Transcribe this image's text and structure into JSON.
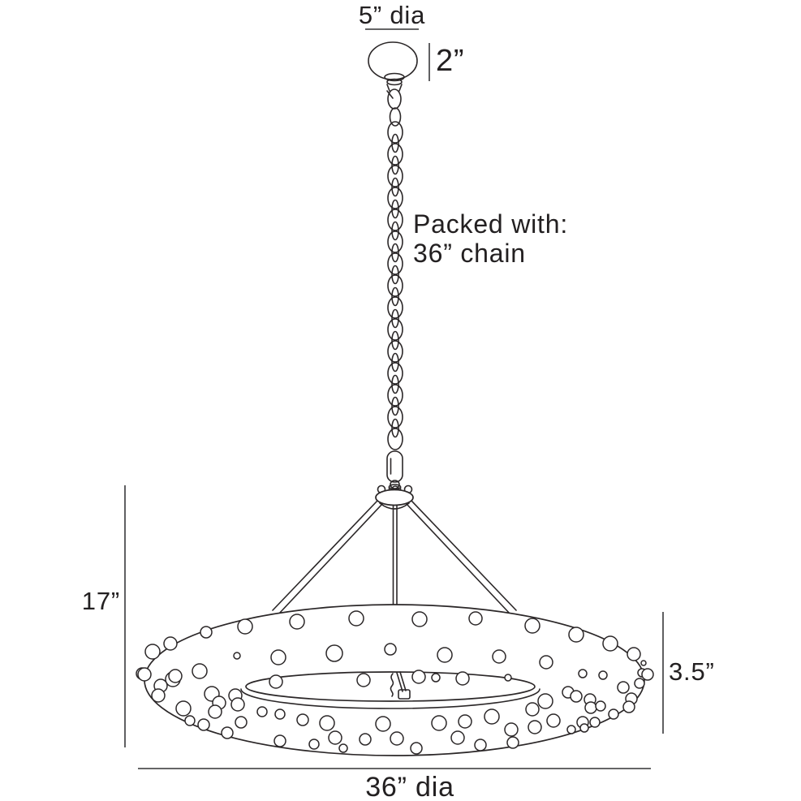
{
  "diagram": {
    "type": "product-dimension-line-drawing",
    "labels": {
      "canopy_diameter": "5” dia",
      "canopy_height": "2”",
      "packed_note_line1": "Packed with:",
      "packed_note_line2": "36” chain",
      "fixture_height": "17”",
      "ring_height": "3.5”",
      "fixture_diameter": "36” dia"
    },
    "colors": {
      "line": "#2b2728",
      "dimension_line": "#4f4f51",
      "text": "#232021",
      "background": "#ffffff"
    },
    "bubbles": [
      [
        210,
        793,
        8
      ],
      [
        254,
        779,
        7
      ],
      [
        302,
        772,
        9
      ],
      [
        366,
        766,
        9
      ],
      [
        439,
        762,
        9
      ],
      [
        517,
        763,
        9
      ],
      [
        586,
        762,
        8
      ],
      [
        656,
        771,
        9
      ],
      [
        710,
        782,
        9
      ],
      [
        752,
        793,
        9
      ],
      [
        781,
        806,
        8
      ],
      [
        343,
        810,
        9
      ],
      [
        412,
        805,
        10
      ],
      [
        481,
        800,
        7
      ],
      [
        548,
        807,
        9
      ],
      [
        615,
        809,
        8
      ],
      [
        673,
        816,
        8
      ],
      [
        292,
        808,
        4
      ],
      [
        246,
        827,
        9
      ],
      [
        213,
        837,
        9
      ],
      [
        175,
        830,
        7
      ],
      [
        448,
        838,
        8
      ],
      [
        516,
        834,
        8
      ],
      [
        537,
        835,
        5
      ],
      [
        570,
        836,
        8
      ],
      [
        626,
        835,
        4
      ],
      [
        718,
        830,
        5
      ],
      [
        743,
        832,
        5
      ],
      [
        793,
        817,
        3
      ],
      [
        791,
        829,
        5
      ],
      [
        188,
        803,
        9
      ],
      [
        178,
        831,
        8
      ],
      [
        198,
        845,
        8
      ],
      [
        195,
        857,
        8
      ],
      [
        216,
        833,
        8
      ],
      [
        226,
        873,
        9
      ],
      [
        234,
        888,
        6
      ],
      [
        251,
        893,
        7
      ],
      [
        261,
        855,
        9
      ],
      [
        270,
        866,
        8
      ],
      [
        265,
        877,
        8
      ],
      [
        280,
        903,
        7
      ],
      [
        290,
        857,
        8
      ],
      [
        293,
        868,
        8
      ],
      [
        297,
        890,
        7
      ],
      [
        323,
        877,
        6
      ],
      [
        340,
        840,
        8
      ],
      [
        345,
        880,
        6
      ],
      [
        373,
        887,
        7
      ],
      [
        345,
        913,
        7
      ],
      [
        387,
        917,
        6
      ],
      [
        423,
        922,
        5
      ],
      [
        403,
        891,
        9
      ],
      [
        413,
        909,
        8
      ],
      [
        450,
        911,
        7
      ],
      [
        472,
        892,
        9
      ],
      [
        489,
        910,
        8
      ],
      [
        513,
        922,
        7
      ],
      [
        541,
        891,
        9
      ],
      [
        564,
        909,
        8
      ],
      [
        573,
        889,
        8
      ],
      [
        592,
        918,
        7
      ],
      [
        606,
        883,
        9
      ],
      [
        630,
        899,
        8
      ],
      [
        632,
        915,
        7
      ],
      [
        656,
        874,
        8
      ],
      [
        659,
        896,
        8
      ],
      [
        672,
        864,
        9
      ],
      [
        682,
        888,
        8
      ],
      [
        700,
        853,
        7
      ],
      [
        710,
        858,
        7
      ],
      [
        727,
        862,
        7
      ],
      [
        728,
        872,
        7
      ],
      [
        740,
        870,
        6
      ],
      [
        756,
        880,
        6
      ],
      [
        768,
        847,
        7
      ],
      [
        778,
        861,
        7
      ],
      [
        775,
        871,
        7
      ],
      [
        788,
        842,
        6
      ],
      [
        798,
        831,
        7
      ],
      [
        718,
        890,
        7
      ],
      [
        733,
        890,
        6
      ],
      [
        720,
        897,
        5
      ],
      [
        704,
        899,
        5
      ]
    ]
  }
}
